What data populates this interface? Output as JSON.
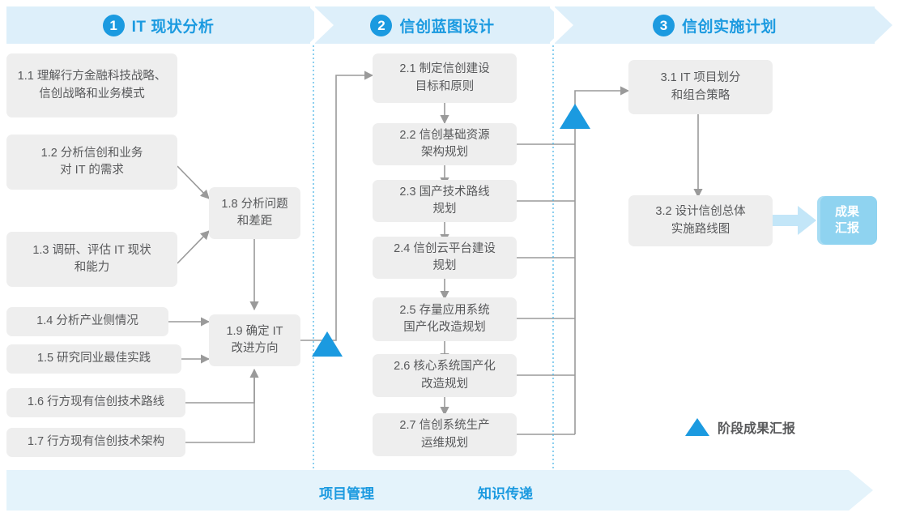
{
  "phases": [
    {
      "num": "1",
      "title": "IT 现状分析"
    },
    {
      "num": "2",
      "title": "信创蓝图设计"
    },
    {
      "num": "3",
      "title": "信创实施计划"
    }
  ],
  "tasks": {
    "phase1": [
      {
        "id": "1.1",
        "label": "1.1 理解行方金融科技战略、\n信创战略和业务模式"
      },
      {
        "id": "1.2",
        "label": "1.2 分析信创和业务\n对 IT 的需求"
      },
      {
        "id": "1.3",
        "label": "1.3 调研、评估 IT 现状\n和能力"
      },
      {
        "id": "1.4",
        "label": "1.4 分析产业侧情况"
      },
      {
        "id": "1.5",
        "label": "1.5 研究同业最佳实践"
      },
      {
        "id": "1.6",
        "label": "1.6 行方现有信创技术路线"
      },
      {
        "id": "1.7",
        "label": "1.7 行方现有信创技术架构"
      },
      {
        "id": "1.8",
        "label": "1.8 分析问题\n和差距"
      },
      {
        "id": "1.9",
        "label": "1.9 确定 IT\n改进方向"
      }
    ],
    "phase2": [
      {
        "id": "2.1",
        "label": "2.1 制定信创建设\n目标和原则"
      },
      {
        "id": "2.2",
        "label": "2.2 信创基础资源\n架构规划"
      },
      {
        "id": "2.3",
        "label": "2.3 国产技术路线\n规划"
      },
      {
        "id": "2.4",
        "label": "2.4 信创云平台建设\n规划"
      },
      {
        "id": "2.5",
        "label": "2.5 存量应用系统\n国产化改造规划"
      },
      {
        "id": "2.6",
        "label": "2.6 核心系统国产化\n改造规划"
      },
      {
        "id": "2.7",
        "label": "2.7 信创系统生产\n运维规划"
      }
    ],
    "phase3": [
      {
        "id": "3.1",
        "label": "3.1 IT 项目划分\n和组合策略"
      },
      {
        "id": "3.2",
        "label": "3.2 设计信创总体\n实施路线图"
      }
    ]
  },
  "result_chip": {
    "label": "成果\n汇报"
  },
  "legend": {
    "label": "阶段成果汇报",
    "icon": "milestone-triangle-icon"
  },
  "bottom_band": {
    "labels": [
      "项目管理",
      "知识传递"
    ]
  },
  "colors": {
    "accent": "#1b9ae0",
    "band": "#ddeffa",
    "bottom_band": "#e4f3fb",
    "box": "#eeeeee",
    "box_text": "#58595b",
    "chip": "#8fd3f0",
    "wire": "#9a9a9a",
    "divider": "#4ab4e6"
  }
}
